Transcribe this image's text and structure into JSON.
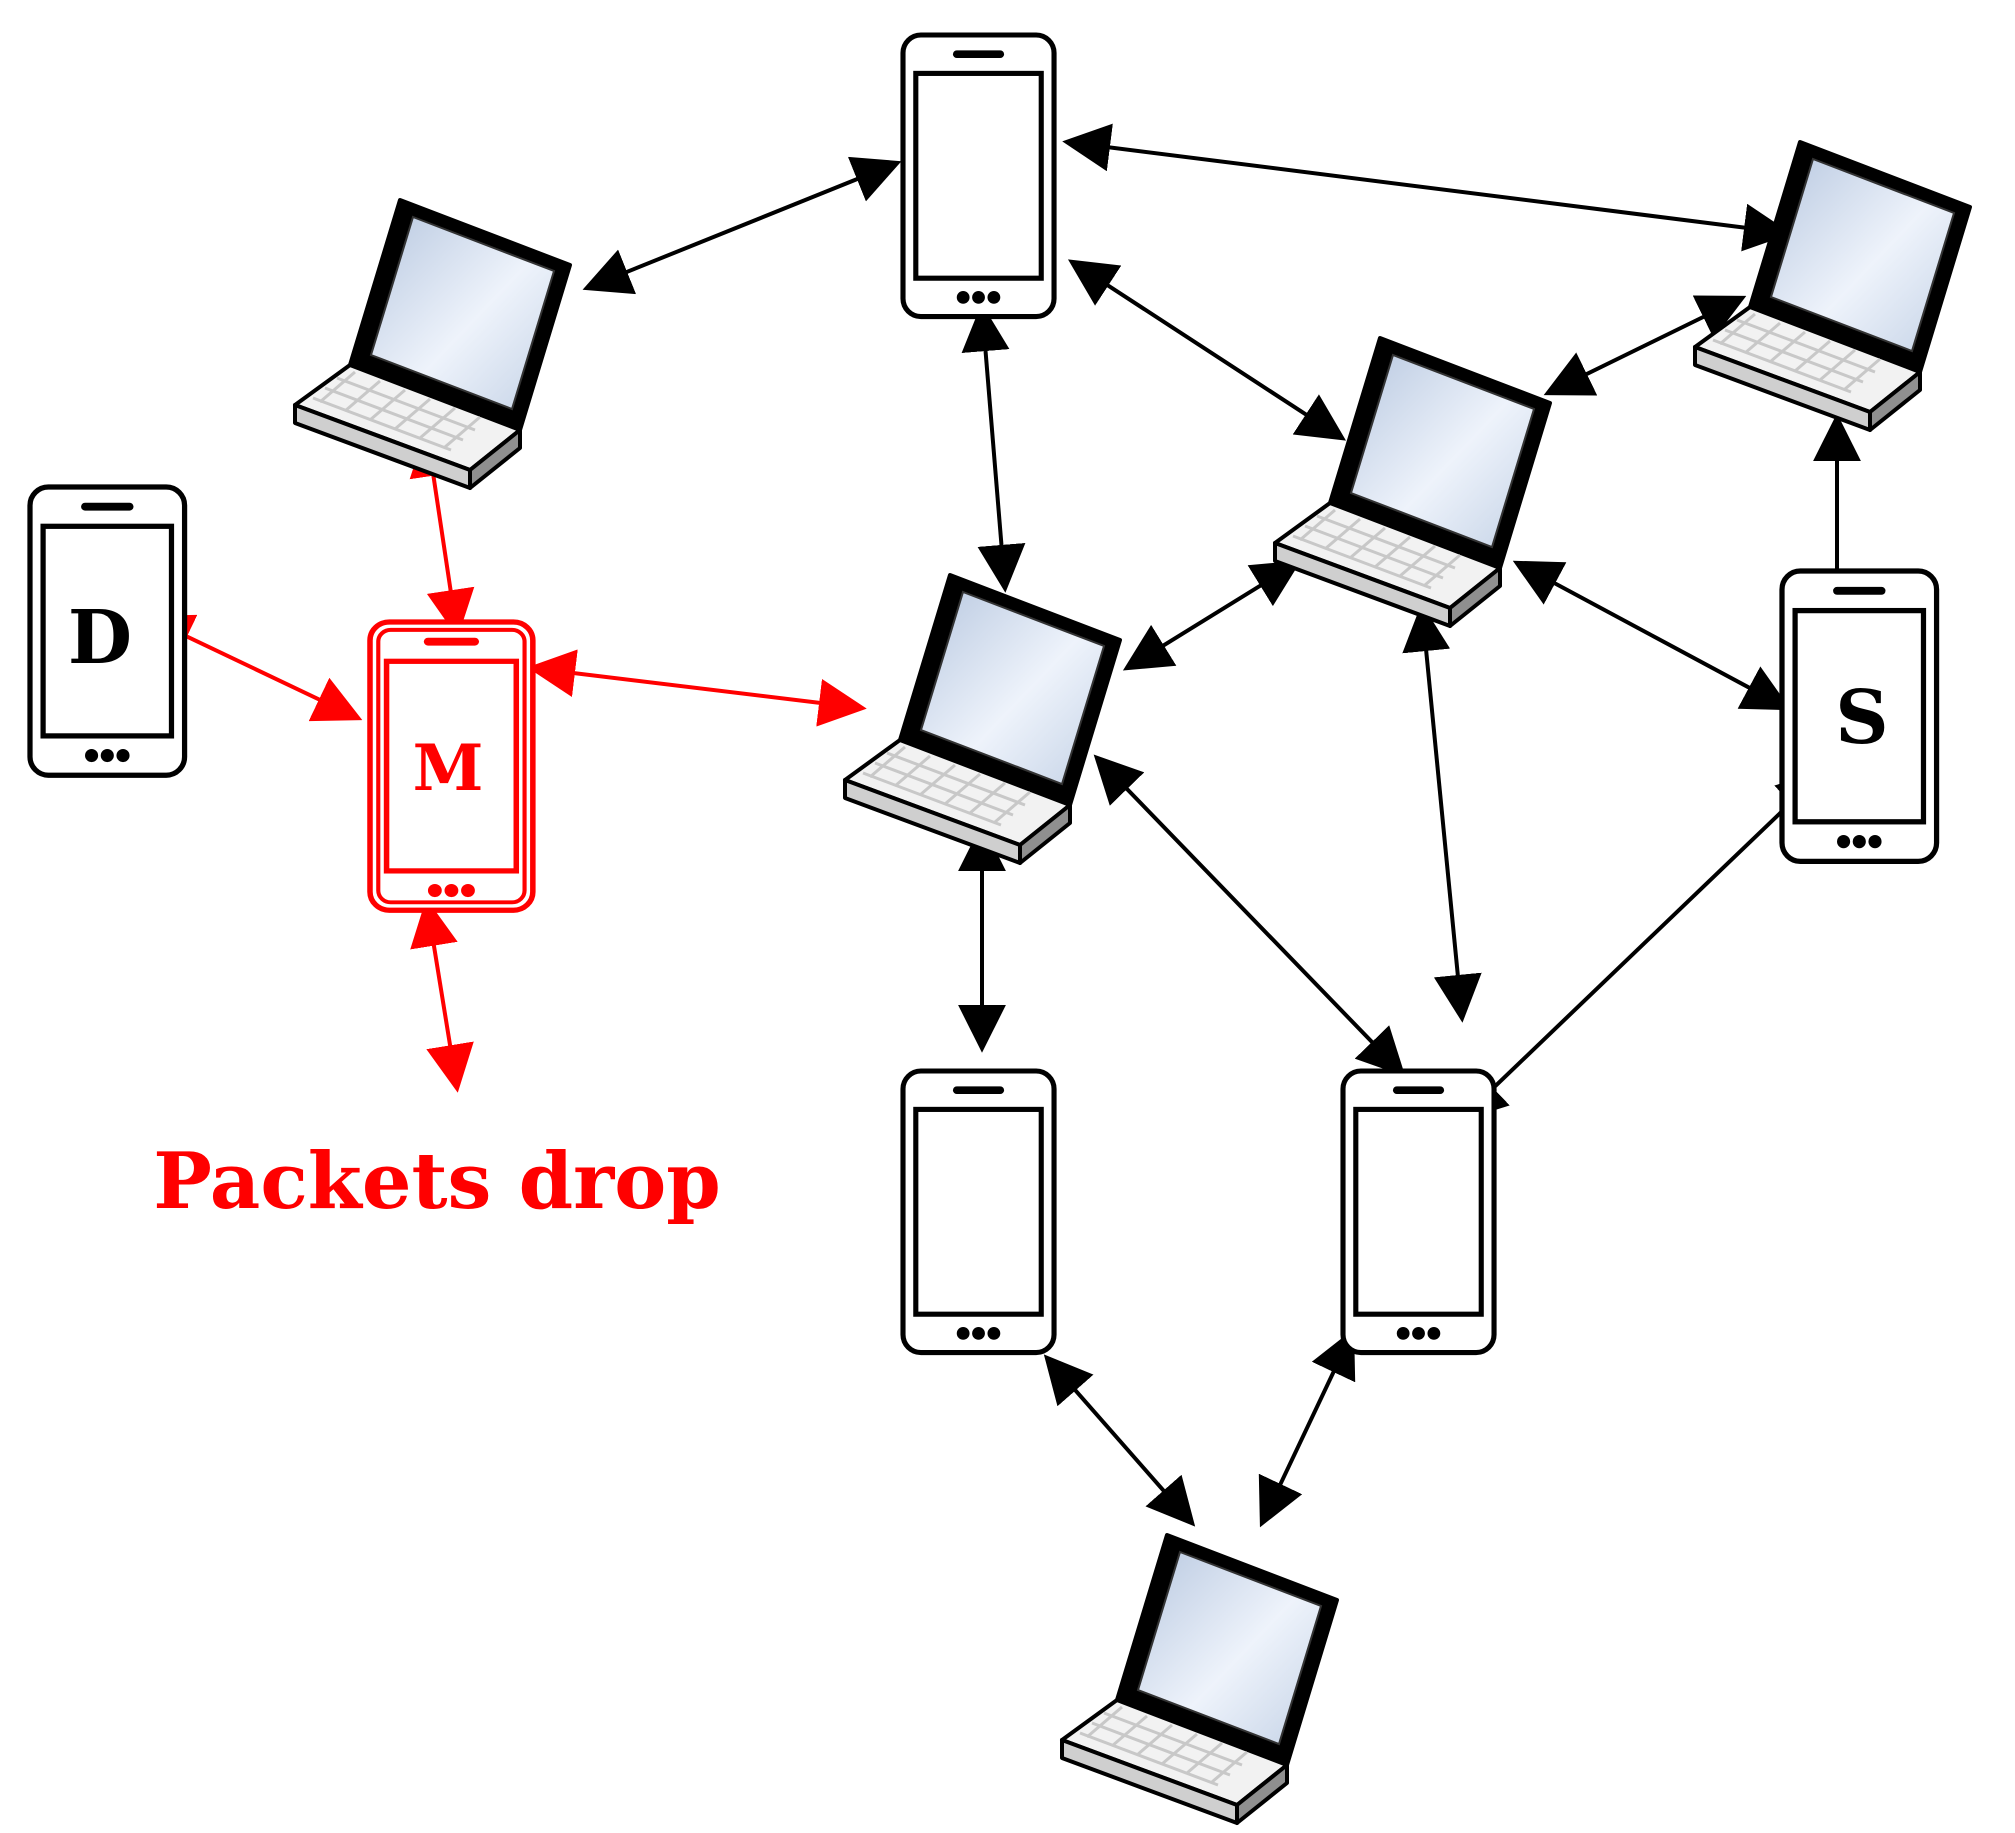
{
  "labels": {
    "destination": "D",
    "malicious": "M",
    "source": "S",
    "caption": "Packets drop"
  },
  "colors": {
    "normal": "#000000",
    "malicious": "#ff0000",
    "screen_light": "#e8eef8",
    "screen_dark": "#b8c8e0",
    "keyboard": "#f2f2f2",
    "keys": "#d0d0d0"
  }
}
